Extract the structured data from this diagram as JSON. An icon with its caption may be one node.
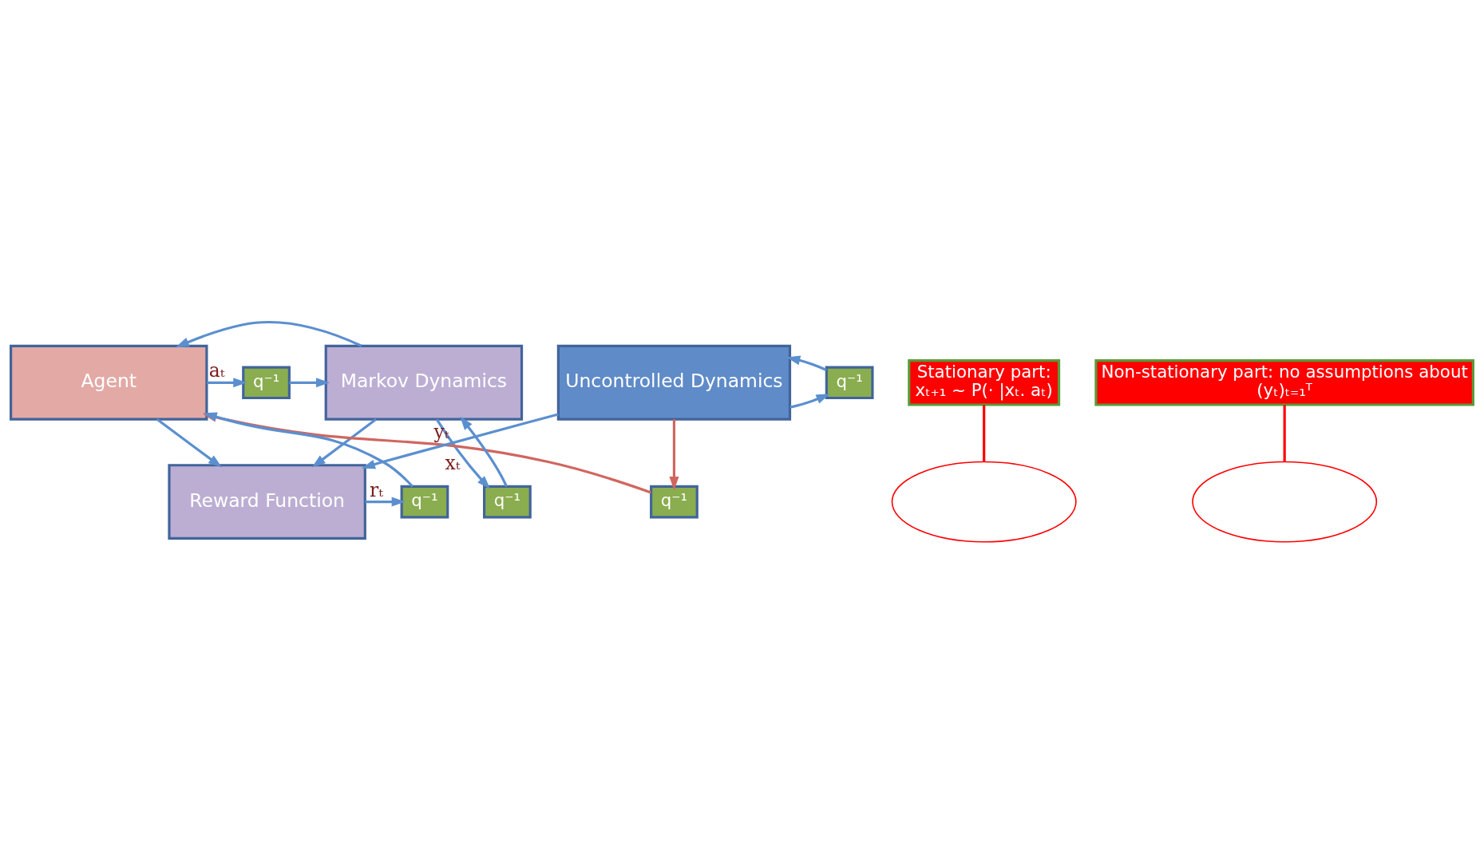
{
  "diagram": {
    "nodes": [
      {
        "text": [
          "Agent"
        ]
      },
      {
        "text": [
          "q⁻¹"
        ]
      },
      {
        "text": [
          "Markov Dynamics"
        ]
      },
      {
        "text": [
          "q⁻¹"
        ]
      },
      {
        "text": [
          "q⁻¹"
        ]
      },
      {
        "text": [
          "Reward Function"
        ]
      },
      {
        "text": [
          "q⁻¹"
        ]
      },
      {
        "text": [
          "Uncontrolled Dynamics"
        ]
      },
      {
        "text": [
          "q⁻¹"
        ]
      },
      {
        "text": [
          "Stationary part:",
          "xₜ₊₁ ~ P(· |xₜ. aₜ)"
        ]
      },
      {
        "text": [
          "Non-stationary part: no assumptions about",
          "(yₜ)ₜ₌₁ᵀ"
        ]
      },
      {
        "text": [],
        "shape": "ellipse"
      },
      {
        "text": [],
        "shape": "ellipse"
      }
    ],
    "edges": [
      {
        "from": 0,
        "to": 1,
        "arrow": "to",
        "label": "aₜ"
      },
      {
        "from": 0,
        "to": 5,
        "arrow": "to"
      },
      {
        "from": 1,
        "to": 2,
        "arrow": "to"
      },
      {
        "from": 2,
        "to": 6,
        "arrow": "to",
        "label": "xₜ"
      },
      {
        "from": 6,
        "to": 2,
        "arrow": "to"
      },
      {
        "from": 2,
        "to": 5,
        "arrow": "to"
      },
      {
        "from": 2,
        "to": 0,
        "arrow": "to"
      },
      {
        "from": 5,
        "to": 4,
        "arrow": "to",
        "label": "rₜ"
      },
      {
        "from": 4,
        "to": 0,
        "arrow": "to"
      },
      {
        "from": 7,
        "to": 5,
        "arrow": "to",
        "label": "yₜ"
      },
      {
        "from": 7,
        "to": 3,
        "arrow": "to",
        "color": "#d0665f"
      },
      {
        "from": 3,
        "to": 0,
        "arrow": "to",
        "color": "#d0665f"
      },
      {
        "from": 7,
        "to": 8,
        "arrow": "to"
      },
      {
        "from": 8,
        "to": 7,
        "arrow": "to"
      },
      {
        "from": 9,
        "to": 11,
        "arrow": "none",
        "color": "#ff0000"
      },
      {
        "from": 10,
        "to": 12,
        "arrow": "none",
        "color": "#ff0000"
      }
    ]
  }
}
